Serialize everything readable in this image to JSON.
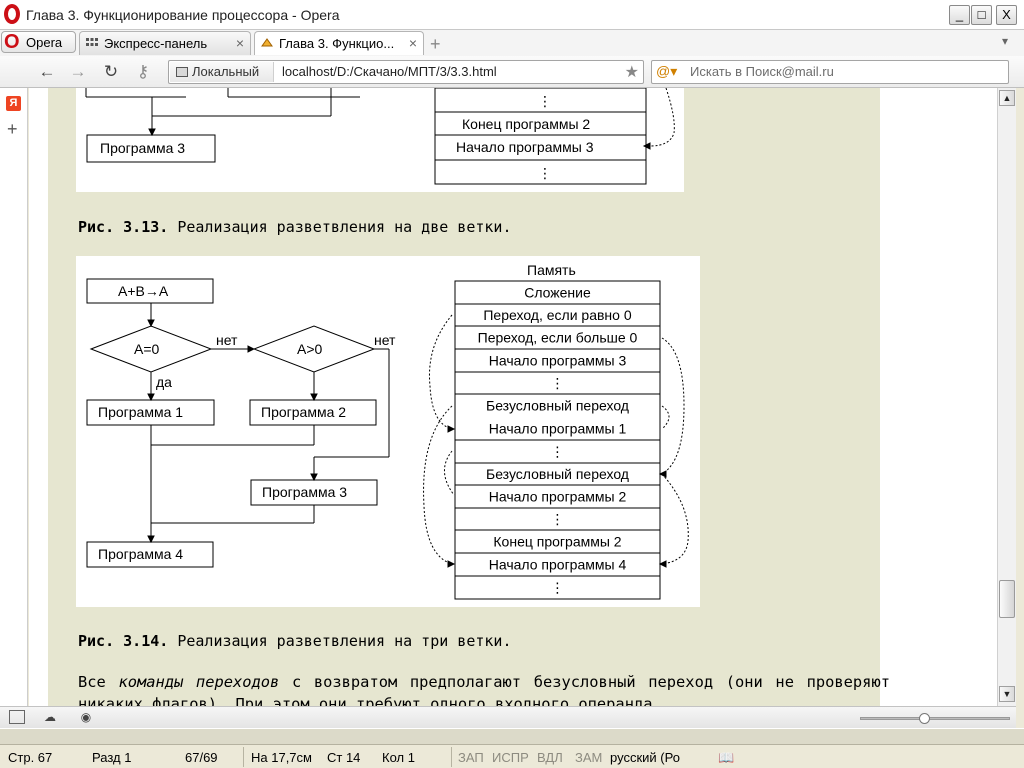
{
  "window": {
    "title": "Глава 3. Функционирование процессора - Opera",
    "min_label": "_",
    "max_label": "□",
    "close_label": "X"
  },
  "tabs": {
    "menu_label": "Opera",
    "items": [
      {
        "label": "Экспресс-панель",
        "close": "×"
      },
      {
        "label": "Глава 3. Функцио...",
        "close": "×"
      }
    ],
    "new_tab": "+",
    "tab_menu": "▾"
  },
  "nav": {
    "back": "←",
    "forward": "→",
    "reload": "↻",
    "address_badge": "Локальный",
    "url": "localhost/D:/Скачано/МПТ/3/3.3.html",
    "search_placeholder": "Искать в Поиск@mail.ru"
  },
  "sidepanel": {
    "yandex": "Я",
    "add": "+"
  },
  "page": {
    "fig13": {
      "program3": "Программа 3",
      "end_prog2": "Конец программы 2",
      "start_prog3": "Начало программы 3",
      "dots": "⋮"
    },
    "caption13_num": "Рис. 3.13.",
    "caption13_text": " Реализация разветвления на две ветки.",
    "fig14": {
      "op": "A+B→A",
      "cond1": "A=0",
      "cond2": "A>0",
      "yes": "да",
      "no1": "нет",
      "no2": "нет",
      "prog1": "Программа 1",
      "prog2": "Программа 2",
      "prog3": "Программа 3",
      "prog4": "Программа 4",
      "memory_title": "Память",
      "memory": [
        "Сложение",
        "Переход, если равно 0",
        "Переход, если больше 0",
        "Начало программы 3",
        "⋮",
        "Безусловный переход",
        "Начало программы 1",
        "⋮",
        "Безусловный переход",
        "Начало программы 2",
        "⋮",
        "Конец программы 2",
        "Начало программы 4",
        "⋮"
      ]
    },
    "caption14_num": "Рис. 3.14.",
    "caption14_text": " Реализация разветвления на три ветки.",
    "para_start": "Все ",
    "para_em": "команды переходов",
    "para_rest": " с возвратом предполагают безусловный переход (они не проверяют никаких флагов). При этом они требуют одного входного операнда"
  },
  "word_status": {
    "page": "Стр. 67",
    "section": "Разд 1",
    "pages": "67/69",
    "at": "На 17,7см",
    "line": "Ст 14",
    "col": "Кол 1",
    "rec": "ЗАП",
    "trk": "ИСПР",
    "ext": "ВДЛ",
    "ovr": "ЗАМ",
    "lang": "русский (Ро"
  }
}
